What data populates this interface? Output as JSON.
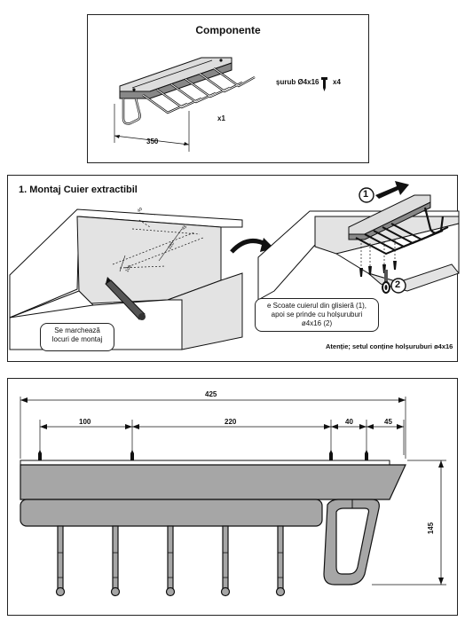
{
  "components": {
    "title": "Componente",
    "rack_qty": "x1",
    "rack_width": "350",
    "screw_label": "șurub Ø4x16",
    "screw_qty": "x4"
  },
  "step1": {
    "title": "1. Montaj Cuier extractibil",
    "mark_note_l1": "Se marchează",
    "mark_note_l2": "locuri de montaj",
    "mount_note_l1": "e Scoate cuierul din glisieră (1),",
    "mount_note_l2": "apoi se prinde cu holșuruburi",
    "mount_note_l3": "ø4x16 (2)",
    "warning": "Atenție; setul conține holșuruburi ø4x16",
    "badge_1": "1",
    "badge_2": "2",
    "dims": {
      "d_small": "40",
      "d_45": "45",
      "d_220": "220",
      "d_100": "100"
    }
  },
  "drawing": {
    "overall_width": "425",
    "dim_100": "100",
    "dim_220": "220",
    "dim_40": "40",
    "dim_45": "45",
    "height": "145"
  },
  "colors": {
    "line": "#111111",
    "rail_grey": "#a6a6a6",
    "panel_grey": "#e3e3e3",
    "dark_grey": "#555555"
  }
}
